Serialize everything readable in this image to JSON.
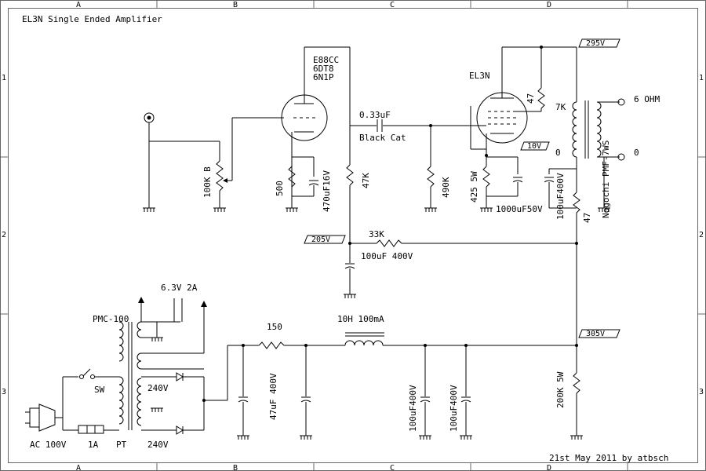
{
  "title": "EL3N Single Ended Amplifier",
  "footer": "21st May 2011 by atbsch",
  "border": {
    "columns": [
      "A",
      "B",
      "C",
      "D"
    ],
    "rows": [
      "1",
      "2",
      "3"
    ]
  },
  "labels": {
    "tube1": [
      "E88CC",
      "6DT8",
      "6N1P"
    ],
    "tube2": "EL3N",
    "volume": "100K B",
    "r_cathode1": "500",
    "c_cathode1": "470uF16V",
    "r_plate1": "47K",
    "c_coupling": "0.33uF",
    "c_coupling_brand": "Black Cat",
    "r_grid2": "490K",
    "r_cathode2": "425 5W",
    "c_cathode2": "1000uF50V",
    "r_screen": "47",
    "v_cathode2": "10V",
    "v_b1": "295V",
    "v_b2": "205V",
    "v_b3": "305V",
    "opt_primary": "7K",
    "opt_zero": "0",
    "opt_name": "Nogochi PMF-7WS",
    "out_6ohm": "6 OHM",
    "out_zero": "0",
    "c_b1": "100uF400V",
    "r_b1": "47",
    "r_dropper": "33K",
    "c_b2": "100uF 400V",
    "ht_label": "6.3V 2A",
    "pt_name": "PMC-100",
    "r_150": "150",
    "choke": "10H 100mA",
    "c_47": "47uF 400V",
    "c_100a": "100uF400V",
    "c_100b": "100uF400V",
    "r_bleeder": "200K 5W",
    "sec1": "240V",
    "sec2": "240V",
    "sw": "SW",
    "ac": "AC 100V",
    "fuse": "1A",
    "pt": "PT"
  }
}
